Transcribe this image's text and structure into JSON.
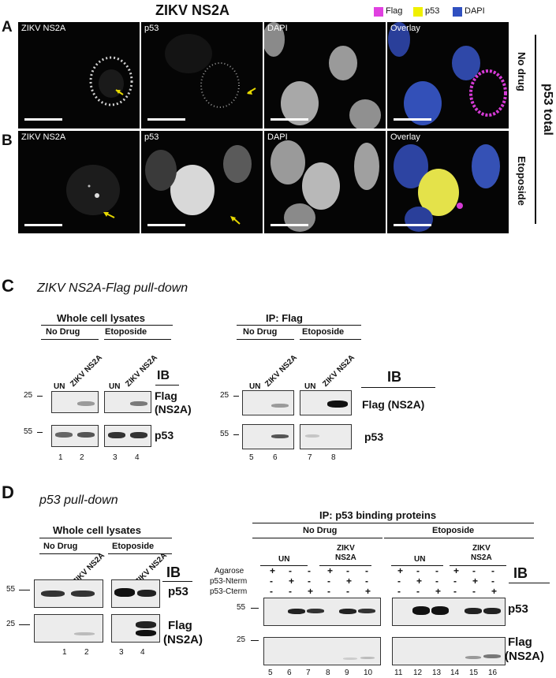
{
  "figure": {
    "title": "ZIKV NS2A",
    "legend": [
      {
        "label": "Flag",
        "color": "#e040e0"
      },
      {
        "label": "p53",
        "color": "#f0f000"
      },
      {
        "label": "DAPI",
        "color": "#3050c0"
      }
    ],
    "panel_letters": {
      "a": "A",
      "b": "B",
      "c": "C",
      "d": "D"
    },
    "microscopy": {
      "labels": [
        "ZIKV NS2A",
        "p53",
        "DAPI",
        "Overlay"
      ],
      "row_a_condition": "No drug",
      "row_b_condition": "Etoposide",
      "side_label": "p53 total"
    },
    "panel_c": {
      "title": "ZIKV NS2A-Flag pull-down",
      "wcl_header": "Whole cell lysates",
      "ip_header": "IP: Flag",
      "no_drug": "No Drug",
      "etoposide": "Etoposide",
      "un": "UN",
      "zikv": "ZIKV NS2A",
      "ib": "IB",
      "flag_label_1": "Flag",
      "flag_label_2": "(NS2A)",
      "flag_label_ip": "Flag (NS2A)",
      "p53": "p53",
      "mw_25": "25",
      "mw_55": "55",
      "lanes": [
        "1",
        "2",
        "3",
        "4",
        "5",
        "6",
        "7",
        "8"
      ]
    },
    "panel_d": {
      "title": "p53 pull-down",
      "wcl_header": "Whole cell lysates",
      "ip_header": "IP: p53 binding proteins",
      "no_drug": "No Drug",
      "etoposide": "Etoposide",
      "un": "UN",
      "zikv": "ZIKV NS2A",
      "zikv_1": "ZIKV",
      "zikv_2": "NS2A",
      "ib": "IB",
      "p53": "p53",
      "flag_label_1": "Flag",
      "flag_label_2": "(NS2A)",
      "mw_25": "25",
      "mw_55": "55",
      "rows": [
        "Agarose",
        "p53-Nterm",
        "p53-Cterm"
      ],
      "plus": "+",
      "minus": "-",
      "lanes": [
        "1",
        "2",
        "3",
        "4",
        "5",
        "6",
        "7",
        "8",
        "9",
        "10",
        "11",
        "12",
        "13",
        "14",
        "15",
        "16"
      ]
    }
  }
}
